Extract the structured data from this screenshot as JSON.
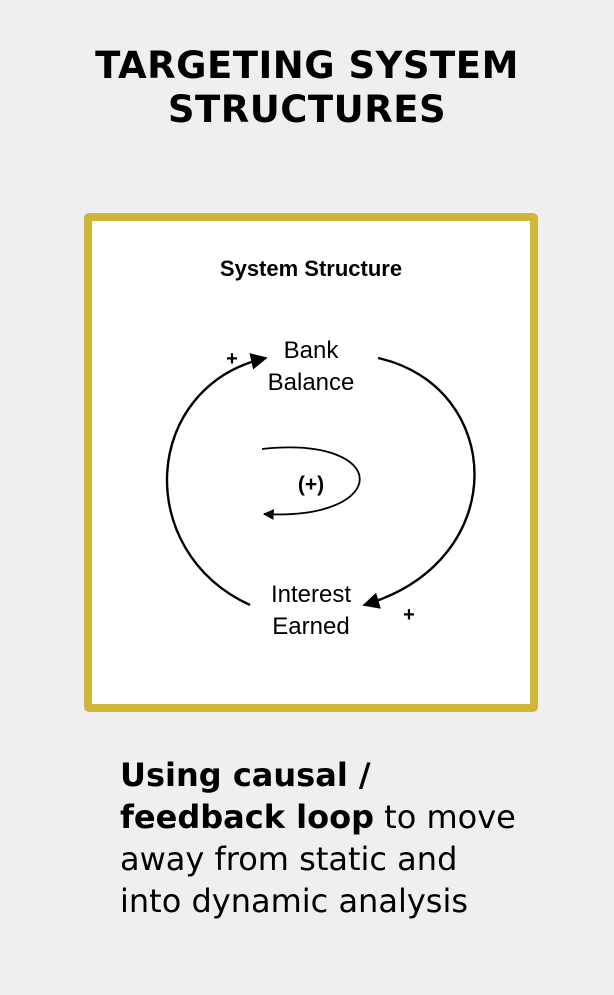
{
  "page": {
    "title_line1": "TARGETING SYSTEM",
    "title_line2": "STRUCTURES",
    "accent_color": "#cfb53a",
    "background_color": "#efefef"
  },
  "diagram": {
    "title": "System Structure",
    "nodes": {
      "bank_balance": {
        "line1": "Bank",
        "line2": "Balance"
      },
      "interest_earned": {
        "line1": "Interest",
        "line2": "Earned"
      }
    },
    "link_signs": {
      "interest_to_balance": "+",
      "balance_to_interest": "+"
    },
    "loop_polarity": "(+)"
  },
  "caption": {
    "bold_line1": "Using causal /",
    "bold_line2": "feedback loop",
    "rest_line2": " to move",
    "line3": "away from static and",
    "line4": "into dynamic analysis"
  }
}
